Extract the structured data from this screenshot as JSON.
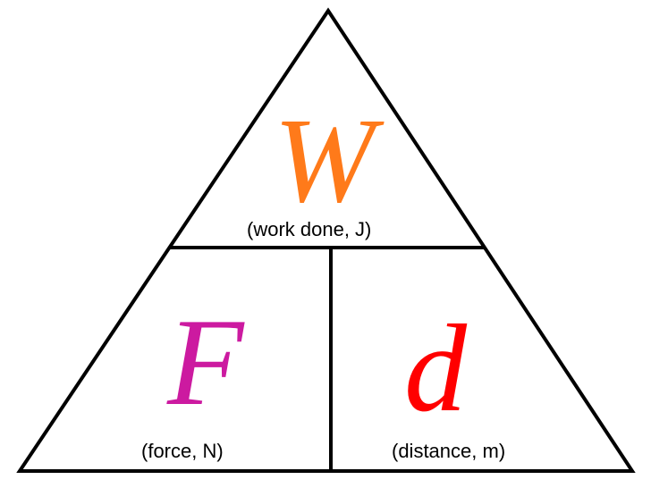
{
  "triangle": {
    "top": {
      "symbol": "W",
      "label": "(work done, J)",
      "color": "#FF7A1A"
    },
    "bottom_left": {
      "symbol": "F",
      "label": "(force, N)",
      "color": "#CC1AA0"
    },
    "bottom_right": {
      "symbol": "d",
      "label": "(distance, m)",
      "color": "#FF0000"
    },
    "line_color": "#000000",
    "background": "#FFFFFF"
  }
}
